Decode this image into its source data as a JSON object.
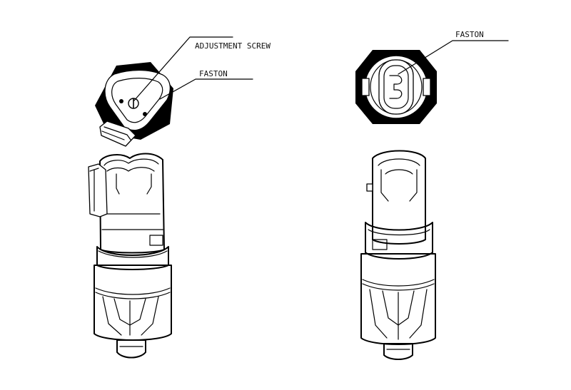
{
  "labels": {
    "adjustment_screw": "ADJUSTMENT SCREW",
    "faston_left": "FASTON",
    "faston_right": "FASTON"
  },
  "colors": {
    "ink": "#000000",
    "background": "#ffffff"
  }
}
